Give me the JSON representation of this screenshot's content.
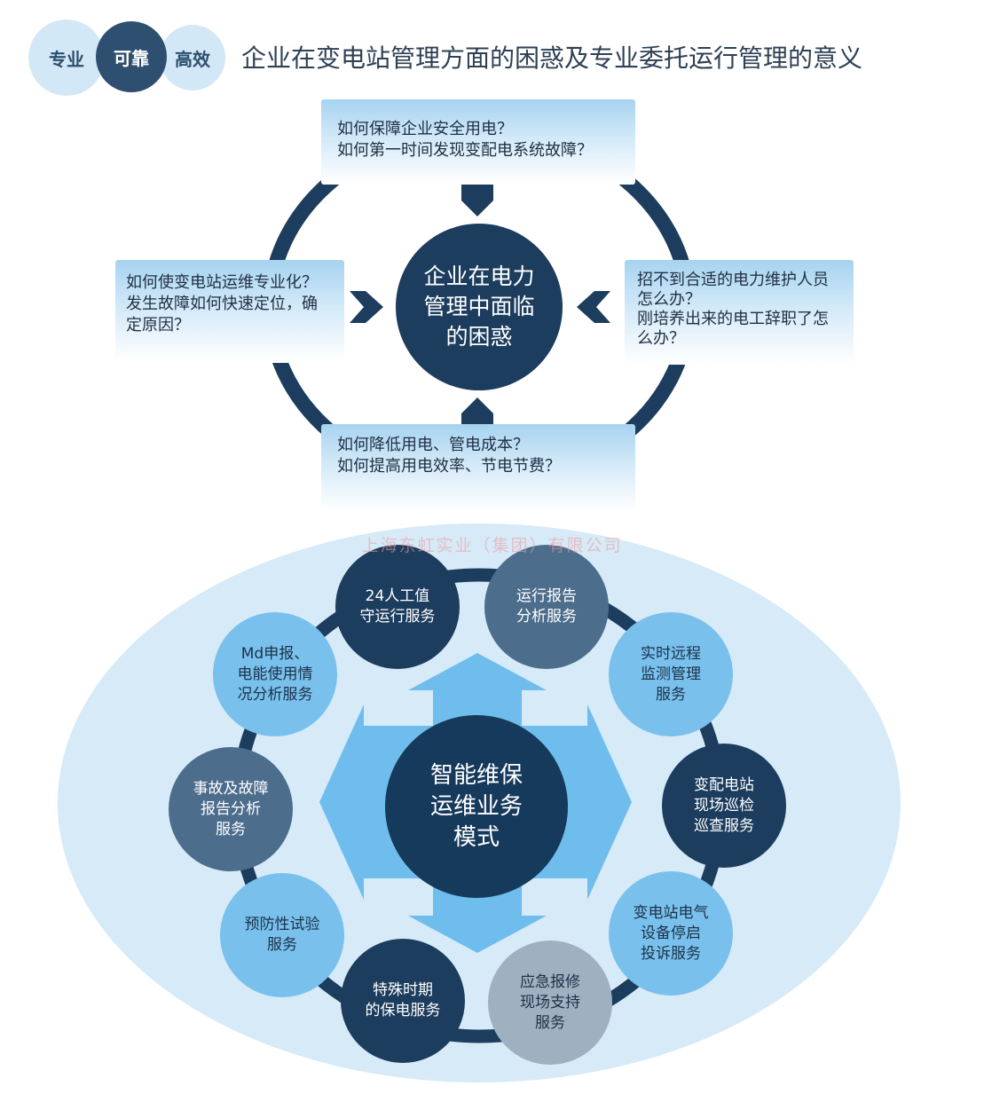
{
  "header": {
    "badges": [
      "专业",
      "可靠",
      "高效"
    ],
    "title": "企业在变电站管理方面的困惑及专业委托运行管理的意义"
  },
  "top_cycle": {
    "center": [
      "企业在电力",
      "管理中面临",
      "的困惑"
    ],
    "boxes": {
      "top": [
        "如何保障企业安全用电？",
        "如何第一时间发现变配电系统故障？"
      ],
      "left": [
        "如何使变电站运维专业化？",
        "发生故障如何快速定位，确",
        "定原因？"
      ],
      "right": [
        "招不到合适的电力维护人员",
        "怎么办？",
        "刚培养出来的电工辞职了怎",
        "么办？"
      ],
      "bottom": [
        "如何降低用电、管电成本？",
        "如何提高用电效率、节电节费？"
      ]
    }
  },
  "watermark": "上海东虹实业（集团）有限公司",
  "bottom_mode": {
    "center": [
      "智能维保",
      "运维业务",
      "模式"
    ],
    "services": [
      {
        "lines": [
          "24人工值",
          "守运行服务"
        ],
        "tone": "dark"
      },
      {
        "lines": [
          "运行报告",
          "分析服务"
        ],
        "tone": "mid"
      },
      {
        "lines": [
          "实时远程",
          "监测管理",
          "服务"
        ],
        "tone": "light"
      },
      {
        "lines": [
          "变配电站",
          "现场巡检",
          "巡查服务"
        ],
        "tone": "dark"
      },
      {
        "lines": [
          "变电站电气",
          "设备停启",
          "投诉服务"
        ],
        "tone": "light"
      },
      {
        "lines": [
          "应急报修",
          "现场支持",
          "服务"
        ],
        "tone": "gray"
      },
      {
        "lines": [
          "特殊时期",
          "的保电服务"
        ],
        "tone": "dark"
      },
      {
        "lines": [
          "预防性试验",
          "服务"
        ],
        "tone": "light"
      },
      {
        "lines": [
          "事故及故障",
          "报告分析",
          "服务"
        ],
        "tone": "mid"
      },
      {
        "lines": [
          "Md申报、",
          "电能使用情",
          "况分析服务"
        ],
        "tone": "light"
      }
    ]
  },
  "colors": {
    "navy": "#1c3d5e",
    "steel": "#4c6d8c",
    "sky": "#79c1ec",
    "gray": "#9fb1c0",
    "ellipse": "#d6eaf8",
    "arrow_cross": "#6fbdec"
  }
}
